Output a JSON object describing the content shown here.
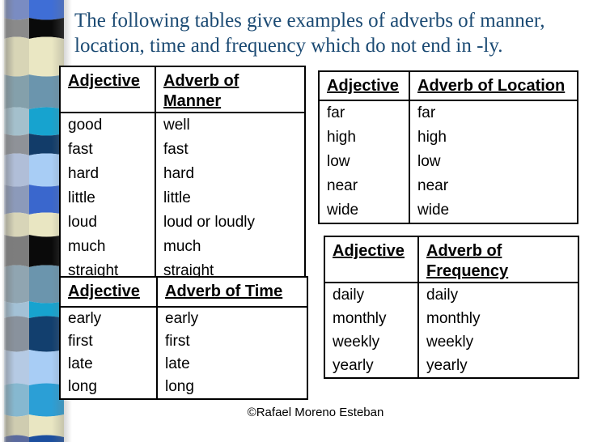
{
  "title": {
    "text": "The following tables give examples of adverbs of manner, location, time and frequency which do not end in -ly.",
    "color": "#1b4a73"
  },
  "tables": [
    {
      "name": "manner",
      "headers": [
        "Adjective",
        "Adverb of Manner"
      ],
      "rows": [
        [
          "good",
          "well"
        ],
        [
          "fast",
          "fast"
        ],
        [
          "hard",
          "hard"
        ],
        [
          "little",
          "little"
        ],
        [
          "loud",
          "loud or loudly"
        ],
        [
          "much",
          "much"
        ],
        [
          "straight",
          "straight"
        ]
      ]
    },
    {
      "name": "location",
      "headers": [
        "Adjective",
        "Adverb of Location"
      ],
      "rows": [
        [
          "far",
          "far"
        ],
        [
          "high",
          "high"
        ],
        [
          "low",
          "low"
        ],
        [
          "near",
          "near"
        ],
        [
          "wide",
          "wide"
        ]
      ]
    },
    {
      "name": "time",
      "headers": [
        "Adjective",
        "Adverb of Time"
      ],
      "rows": [
        [
          "early",
          "early"
        ],
        [
          "first",
          "first"
        ],
        [
          "late",
          "late"
        ],
        [
          "long",
          "long"
        ]
      ]
    },
    {
      "name": "frequency",
      "headers": [
        "Adjective",
        "Adverb of Frequency"
      ],
      "rows": [
        [
          "daily",
          "daily"
        ],
        [
          "monthly",
          "monthly"
        ],
        [
          "weekly",
          "weekly"
        ],
        [
          "yearly",
          "yearly"
        ]
      ]
    }
  ],
  "footer": {
    "text": "©Rafael Moreno Esteban"
  },
  "decor": {
    "table_border_color": "#000000",
    "background": "#ffffff",
    "stripe_rows": [
      {
        "h": 22,
        "left": "#7a8cc2",
        "right": "#3f6ed6"
      },
      {
        "h": 26,
        "left": "#8a8a8a",
        "right": "#0a0a0a"
      },
      {
        "h": 44,
        "left": "#d8d5b6",
        "right": "#eae7c3"
      },
      {
        "h": 43,
        "left": "#84a0ab",
        "right": "#6b95ad"
      },
      {
        "h": 30,
        "left": "#a4c0cc",
        "right": "#17a3cf"
      },
      {
        "h": 27,
        "left": "#8f9298",
        "right": "#123c69"
      },
      {
        "h": 36,
        "left": "#b0bed8",
        "right": "#a8cdf5"
      },
      {
        "h": 37,
        "left": "#8c9aba",
        "right": "#3a67cd"
      },
      {
        "h": 25,
        "left": "#d8d5b8",
        "right": "#e9e6c2"
      },
      {
        "h": 40,
        "left": "#7d7d7d",
        "right": "#0a0a0a"
      },
      {
        "h": 42,
        "left": "#90a5b1",
        "right": "#6b95ad"
      },
      {
        "h": 21,
        "left": "#a3c1d6",
        "right": "#17a3cf"
      },
      {
        "h": 39,
        "left": "#89929d",
        "right": "#123f6e"
      },
      {
        "h": 44,
        "left": "#b5cae4",
        "right": "#a8cdf5"
      },
      {
        "h": 36,
        "left": "#86b8d0",
        "right": "#2b9fd6"
      },
      {
        "h": 28,
        "left": "#cfccb0",
        "right": "#e9e6c2"
      },
      {
        "h": 6,
        "left": "#5a6a9e",
        "right": "#1c4f9e"
      }
    ]
  }
}
